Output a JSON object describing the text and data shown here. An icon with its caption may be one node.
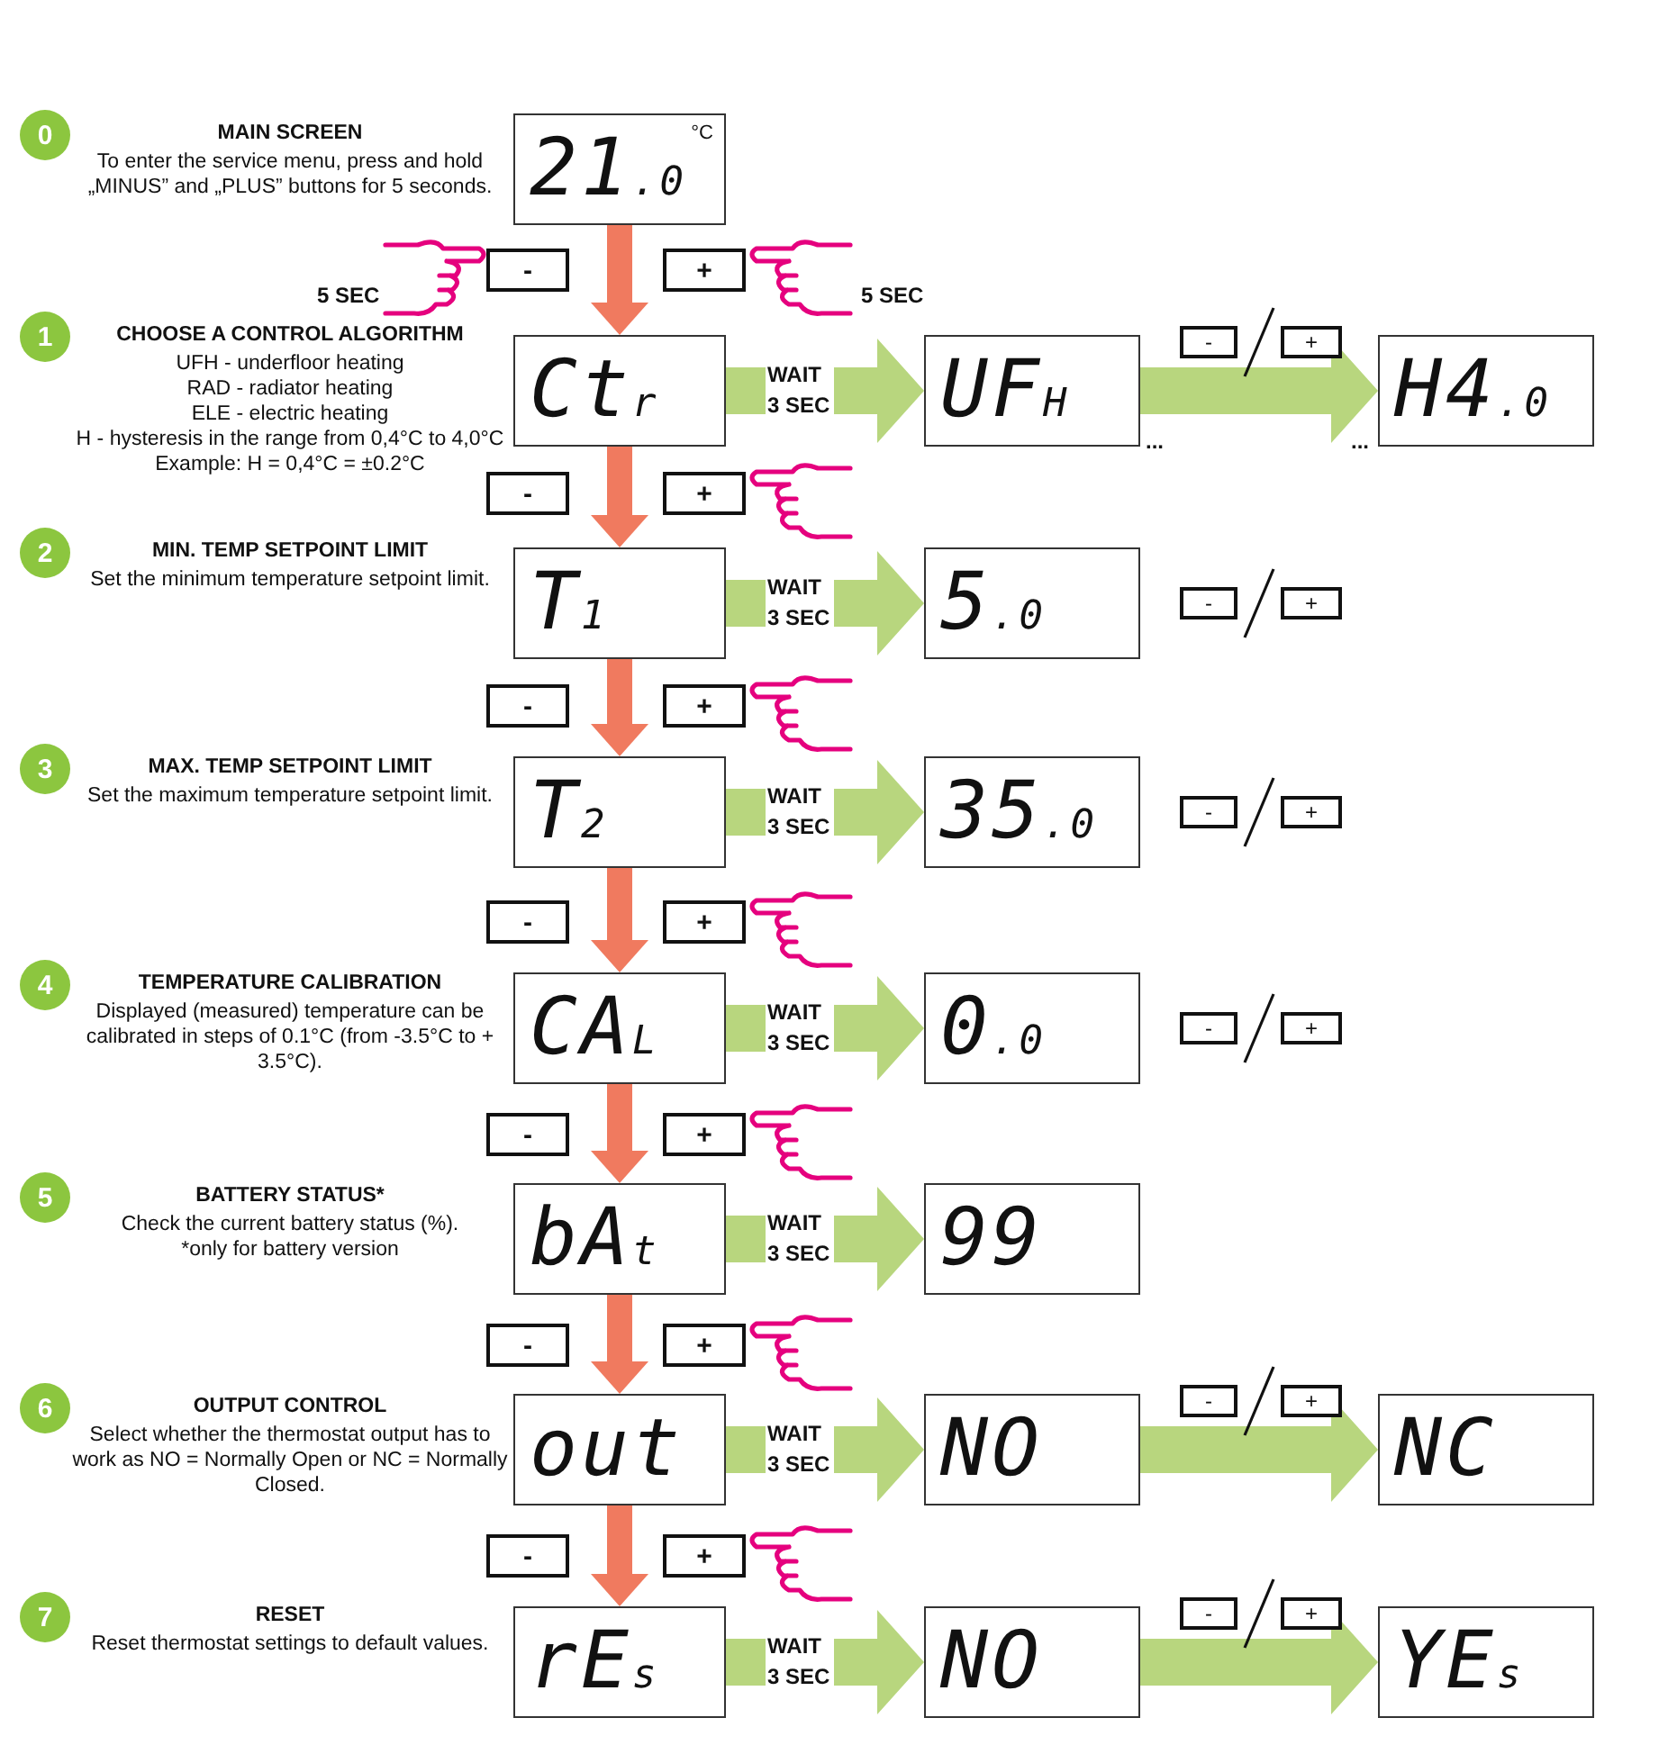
{
  "diagram": {
    "nodes": [
      {
        "text": [
          "0"
        ],
        "beside": [
          "MAIN SCREEN",
          "To enter the service menu, press and hold „MINUS” and „PLUS” buttons for 5 seconds."
        ]
      },
      {
        "text": [
          "21$_{.0}$",
          "°C"
        ]
      },
      {
        "text": [
          "-"
        ]
      },
      {
        "text": [
          "+"
        ]
      },
      {
        "text": [
          "1"
        ],
        "beside": [
          "CHOOSE A CONTROL ALGORITHM",
          "UFH - underfloor heating",
          "RAD - radiator heating",
          "ELE - electric heating",
          "H - hysteresis in the range from 0,4°C to 4,0°C",
          "Example: H = 0,4°C = ±0.2°C"
        ]
      },
      {
        "text": [
          "Ct$_{r}$"
        ]
      },
      {
        "text": [
          "UF$_{H}$"
        ]
      },
      {
        "text": [
          "-"
        ]
      },
      {
        "text": [
          "+"
        ]
      },
      {
        "text": [
          "H4$_{.0}$"
        ]
      },
      {
        "text": [
          "-"
        ]
      },
      {
        "text": [
          "+"
        ]
      },
      {
        "text": [
          "2"
        ],
        "beside": [
          "MIN. TEMP SETPOINT LIMIT",
          "Set the minimum temperature setpoint limit."
        ]
      },
      {
        "text": [
          "T$_{1}$"
        ]
      },
      {
        "text": [
          "5$_{.0}$"
        ]
      },
      {
        "text": [
          "-"
        ]
      },
      {
        "text": [
          "+"
        ]
      },
      {
        "text": [
          "-"
        ]
      },
      {
        "text": [
          "+"
        ]
      },
      {
        "text": [
          "3"
        ],
        "beside": [
          "MAX. TEMP SETPOINT LIMIT",
          "Set the maximum temperature setpoint limit."
        ]
      },
      {
        "text": [
          "T$_{2}$"
        ]
      },
      {
        "text": [
          "35$_{.0}$"
        ]
      },
      {
        "text": [
          "-"
        ]
      },
      {
        "text": [
          "+"
        ]
      },
      {
        "text": [
          "-"
        ]
      },
      {
        "text": [
          "+"
        ]
      },
      {
        "text": [
          "4"
        ],
        "beside": [
          "TEMPERATURE CALIBRATION",
          "Displayed (measured) temperature can be calibrated in steps of 0.1°C (from -3.5°C to + 3.5°C)."
        ]
      },
      {
        "text": [
          "CA$_{L}$"
        ]
      },
      {
        "text": [
          "0$_{.0}$"
        ]
      },
      {
        "text": [
          "-"
        ]
      },
      {
        "text": [
          "+"
        ]
      },
      {
        "text": [
          "-"
        ]
      },
      {
        "text": [
          "+"
        ]
      },
      {
        "text": [
          "5"
        ],
        "beside": [
          "BATTERY STATUS*",
          "Check the current battery status (%).",
          "*only for battery version"
        ]
      },
      {
        "text": [
          "bA$_{t}$"
        ]
      },
      {
        "text": [
          "99"
        ]
      },
      {
        "text": [
          "-"
        ]
      },
      {
        "text": [
          "+"
        ]
      },
      {
        "text": [
          "6"
        ],
        "beside": [
          "OUTPUT CONTROL",
          "Select whether the thermostat output has to work as NO = Normally Open or NC = Normally Closed."
        ]
      },
      {
        "text": [
          "out"
        ]
      },
      {
        "text": [
          "NO"
        ]
      },
      {
        "text": [
          "-"
        ]
      },
      {
        "text": [
          "+"
        ]
      },
      {
        "text": [
          "NC"
        ]
      },
      {
        "text": [
          "-"
        ]
      },
      {
        "text": [
          "+"
        ]
      },
      {
        "text": [
          "7"
        ],
        "beside": [
          "RESET",
          "Reset thermostat settings to default values."
        ]
      },
      {
        "text": [
          "rE$_{s}$"
        ]
      },
      {
        "text": [
          "NO"
        ]
      },
      {
        "text": [
          "-"
        ]
      },
      {
        "text": [
          "+"
        ]
      },
      {
        "text": [
          "YE$_{s}$"
        ]
      }
    ],
    "edges": [
      {
        "from": 1,
        "to": 5,
        "arrow": "to",
        "color": "#f07a5f"
      },
      {
        "from": 5,
        "to": 6,
        "arrow": "to",
        "label": "WAIT 3 SEC"
      },
      {
        "from": 6,
        "to": 9,
        "arrow": "to"
      },
      {
        "from": 5,
        "to": 13,
        "arrow": "to",
        "color": "#f07a5f"
      },
      {
        "from": 13,
        "to": 14,
        "arrow": "to",
        "label": "WAIT 3 SEC"
      },
      {
        "from": 13,
        "to": 20,
        "arrow": "to",
        "color": "#f07a5f"
      },
      {
        "from": 20,
        "to": 21,
        "arrow": "to",
        "label": "WAIT 3 SEC"
      },
      {
        "from": 20,
        "to": 27,
        "arrow": "to",
        "color": "#f07a5f"
      },
      {
        "from": 27,
        "to": 28,
        "arrow": "to",
        "label": "WAIT 3 SEC"
      },
      {
        "from": 27,
        "to": 34,
        "arrow": "to",
        "color": "#f07a5f"
      },
      {
        "from": 34,
        "to": 35,
        "arrow": "to",
        "label": "WAIT 3 SEC"
      },
      {
        "from": 34,
        "to": 39,
        "arrow": "to",
        "color": "#f07a5f"
      },
      {
        "from": 39,
        "to": 40,
        "arrow": "to",
        "label": "WAIT 3 SEC"
      },
      {
        "from": 40,
        "to": 43,
        "arrow": "to"
      },
      {
        "from": 39,
        "to": 47,
        "arrow": "to",
        "color": "#f07a5f"
      },
      {
        "from": 47,
        "to": 48,
        "arrow": "to",
        "label": "WAIT 3 SEC"
      },
      {
        "from": 48,
        "to": 51,
        "arrow": "to"
      }
    ],
    "labels": [
      "5 SEC",
      "5 SEC",
      "...",
      "..."
    ]
  }
}
